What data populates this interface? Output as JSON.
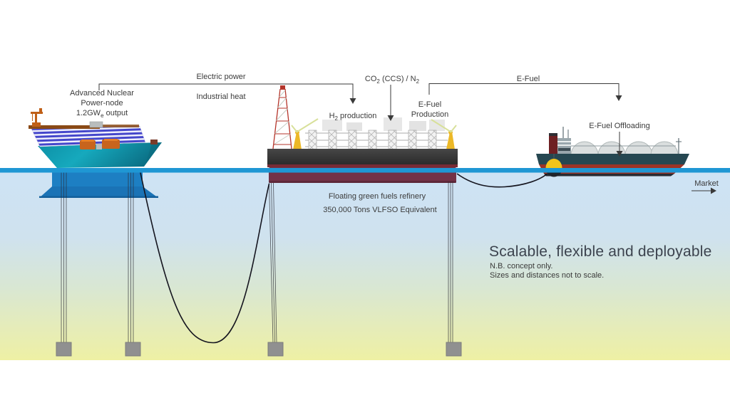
{
  "diagram": {
    "power_node": {
      "line1": "Advanced Nuclear",
      "line2": "Power-node",
      "output_pre": "1.2GW",
      "output_sub": "e",
      "output_post": " output"
    },
    "flows": {
      "electric_power": "Electric power",
      "industrial_heat": "Industrial heat",
      "co2_pre": "CO",
      "co2_sub": "2",
      "co2_mid": " (CCS) / N",
      "co2_sub2": "2",
      "h2_pre": "H",
      "h2_sub": "2",
      "h2_post": " production",
      "efuel_production_line1": "E-Fuel",
      "efuel_production_line2": "Production",
      "efuel": "E-Fuel",
      "efuel_offloading": "E-Fuel Offloading",
      "market": "Market"
    },
    "refinery": {
      "caption_line1": "Floating green fuels refinery",
      "caption_line2": "350,000 Tons VLFSO Equivalent"
    },
    "notes": {
      "title": "Scalable, flexible and deployable",
      "nb_line1": "N.B. concept only.",
      "nb_line2": "Sizes and distances not to scale."
    },
    "colors": {
      "waterline": "#1f97d4",
      "water_top": "#cee3f5",
      "water_bottom": "#eef0a4",
      "nuclear_hull_teal": "#108399",
      "nuclear_underwater_blue": "#1d7fc3",
      "deck_stripe_blue": "#4446cb",
      "refinery_deck": "#3b3b3b",
      "refinery_hull": "#733247",
      "flare_tower_red": "#b5352b",
      "crane_yellow": "#e9b227",
      "ship_hull_dark": "#264751",
      "ship_hull_red": "#9c3326",
      "buoy_yellow": "#f2c41c",
      "line_color": "#3a3a3a"
    }
  }
}
